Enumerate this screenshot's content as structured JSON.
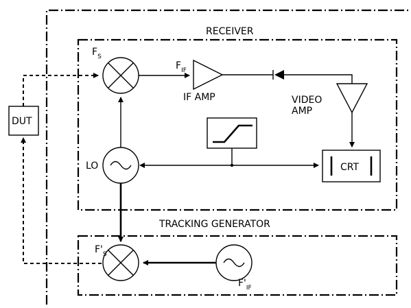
{
  "labels": {
    "receiver": "RECEIVER",
    "tracking_generator": "TRACKING  GENERATOR",
    "dut": "DUT",
    "fs_main": "F",
    "fs_sub": "S",
    "fif_main": "F",
    "fif_sub": "IF",
    "if_amp": "IF  AMP",
    "video_amp_line1": "VIDEO",
    "video_amp_line2": "AMP",
    "lo": "LO",
    "crt": "CRT",
    "fps_main": "F'",
    "fps_sub": "S",
    "fpif_main": "F'",
    "fpif_sub": "IF"
  }
}
